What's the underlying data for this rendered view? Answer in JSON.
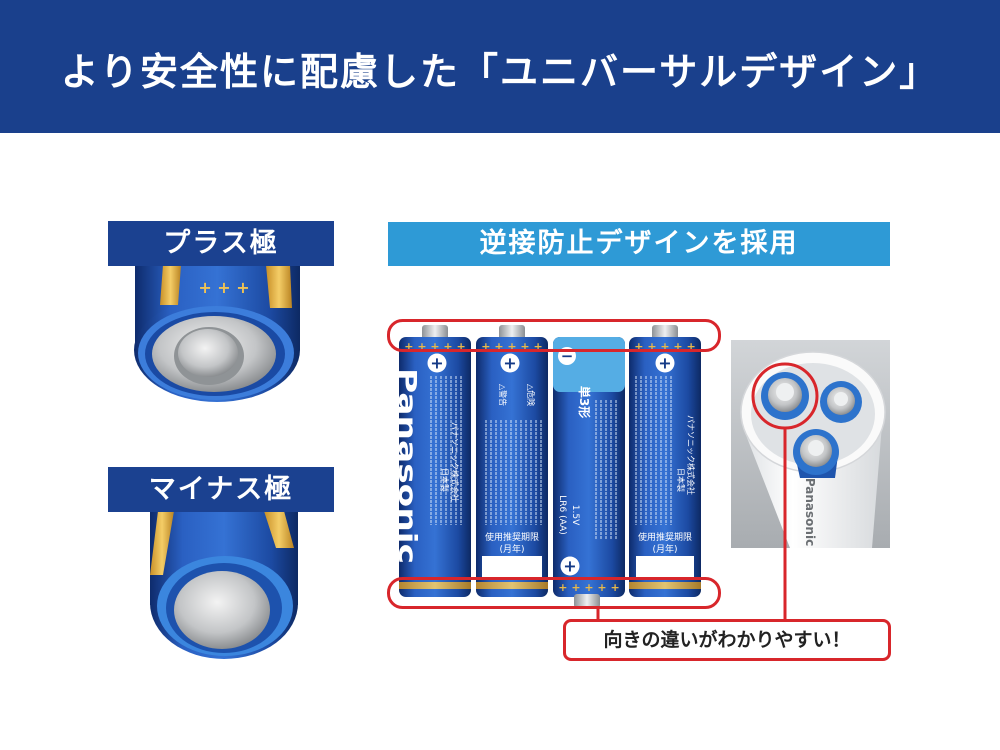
{
  "colors": {
    "navy": "#1a408c",
    "label_navy": "#1b4190",
    "banner_blue": "#2e9ad6",
    "highlight_red": "#d8262b"
  },
  "header": {
    "title": "より安全性に配慮した「ユニバーサルデザイン」"
  },
  "terminals": {
    "plus_label": "プラス極",
    "minus_label": "マイナス極"
  },
  "reverse_protection": {
    "banner": "逆接防止デザインを採用",
    "callout": "向きの違いがわかりやすい！"
  },
  "battery_print": {
    "brand": "Panasonic",
    "maker": "パナソニック株式会社",
    "made_in": "日本製",
    "warning": "△警告",
    "danger": "△危険",
    "expiry": "使用推奨期限",
    "expiry_unit": "(月年)",
    "model": "LR6 (AA)",
    "voltage": "1.5V",
    "size": "単3形",
    "plus_symbol": "+",
    "minus_symbol": "−",
    "plus_marks": "+ + + + +",
    "plus_marks_short": "+ + +"
  },
  "holder": {
    "brand": "Panasonic"
  },
  "icons": {
    "plus": "plus-sign-icon",
    "minus": "minus-sign-icon",
    "warning": "warning-triangle-icon"
  }
}
